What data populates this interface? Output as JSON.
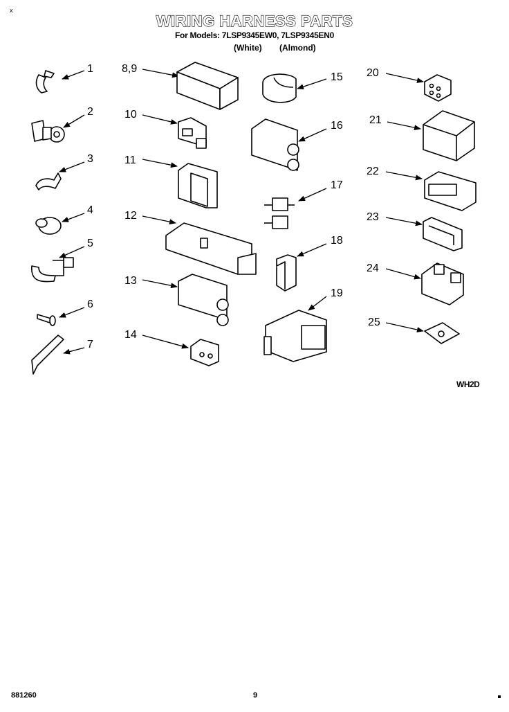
{
  "header": {
    "title": "WIRING HARNESS PARTS",
    "subtitle": "For Models: 7LSP9345EW0, 7LSP9345EN0",
    "color_white": "(White)",
    "color_almond": "(Almond)"
  },
  "corner_mark": "x",
  "diagram_code": "WH2D",
  "footer": {
    "doc_number": "881260",
    "page_number": "9"
  },
  "callouts": [
    "1",
    "2",
    "3",
    "4",
    "5",
    "6",
    "7",
    "8,9",
    "10",
    "11",
    "12",
    "13",
    "14",
    "15",
    "16",
    "17",
    "18",
    "19",
    "20",
    "21",
    "22",
    "23",
    "24",
    "25"
  ]
}
